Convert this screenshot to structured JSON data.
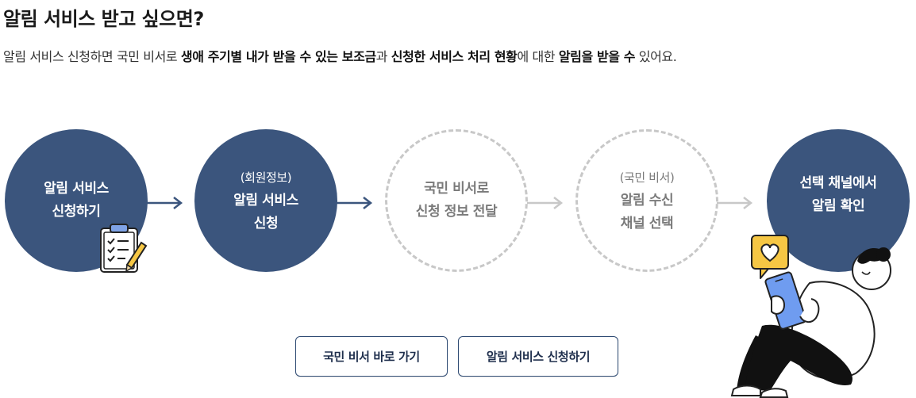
{
  "title": "알림 서비스 받고 싶으면?",
  "subtitle": {
    "p1": "알림 서비스 신청하면 국민 비서로 ",
    "b1": "생애 주기별 내가 받을 수 있는 보조금",
    "p2": "과 ",
    "b2": "신청한 서비스 처리 현황",
    "p3": "에 대한 ",
    "b3": "알림을 받을 수",
    "p4": " 있어요."
  },
  "steps": [
    {
      "sub": "",
      "line1": "알림 서비스",
      "line2": "신청하기"
    },
    {
      "sub": "(회원정보)",
      "line1": "알림 서비스",
      "line2": "신청"
    },
    {
      "sub": "",
      "line1": "국민 비서로",
      "line2": "신청 정보 전달"
    },
    {
      "sub": "(국민 비서)",
      "line1": "알림 수신",
      "line2": "채널 선택"
    },
    {
      "sub": "",
      "line1": "선택 채널에서",
      "line2": "알림 확인"
    }
  ],
  "buttons": {
    "go_assistant": "국민 비서 바로 가기",
    "apply_alert": "알림 서비스 신청하기"
  },
  "colors": {
    "active": "#3b557d",
    "inactive_border": "#c8c8c8",
    "arrow_active": "#3b557d",
    "arrow_inactive": "#c8c8c8",
    "heart_badge": "#f6c744",
    "tablet": "#6f9cf0"
  },
  "icons": [
    "clipboard-icon",
    "pencil-icon",
    "heart-icon",
    "arrow-right-icon"
  ]
}
